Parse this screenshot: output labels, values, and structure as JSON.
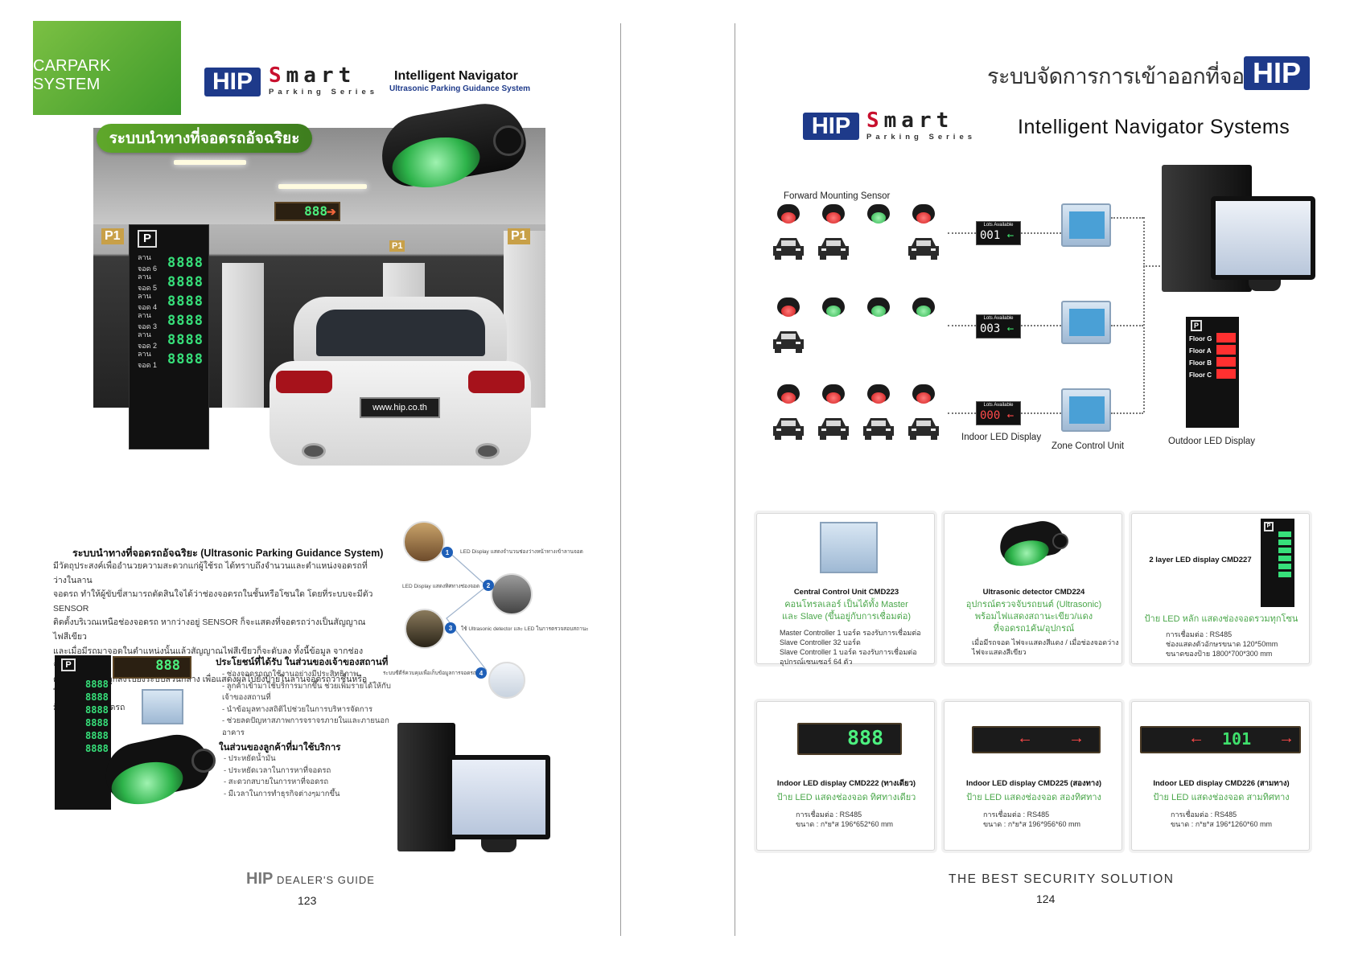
{
  "left_page": {
    "category_tab": "CARPARK SYSTEM",
    "brand": {
      "hip": "HIP",
      "smart": "Smart",
      "series": "Parking Series"
    },
    "product_title": "Intelligent Navigator",
    "product_subtitle": "Ultrasonic Parking Guidance System",
    "banner": "ระบบนำทางที่จอดรถอัจฉริยะ",
    "hero": {
      "sign_value": "888",
      "plate": "www.hip.co.th",
      "floor_marks": [
        "P1",
        "P1",
        "P1"
      ],
      "tower_rows": [
        {
          "label": "ลานจอด 6",
          "value": "8888"
        },
        {
          "label": "ลานจอด 5",
          "value": "8888"
        },
        {
          "label": "ลานจอด 4",
          "value": "8888"
        },
        {
          "label": "ลานจอด 3",
          "value": "8888"
        },
        {
          "label": "ลานจอด 2",
          "value": "8888"
        },
        {
          "label": "ลานจอด 1",
          "value": "8888"
        }
      ]
    },
    "steps": [
      {
        "num": "1",
        "caption": "LED Display แสดงจำนวนช่องว่างหน้าทางเข้าลานจอด"
      },
      {
        "num": "2",
        "caption": "LED Display แสดงทิศทางช่องจอด"
      },
      {
        "num": "3",
        "caption": "ใช้ Ultrasonic detector และ LED ในการตรวจสอบสถานะ"
      },
      {
        "num": "4",
        "caption": "ระบบซีดีร์ควบคุมเพื่อเก็บข้อมูลการจอดรถ"
      }
    ],
    "body_title": "ระบบนำทางที่จอดรถอัจฉริยะ (Ultrasonic Parking Guidance System)",
    "body_lines": [
      "มีวัตถุประสงค์เพื่ออำนวยความสะดวกแก่ผู้ใช้รถ ได้ทราบถึงจำนวนและตำแหน่งจอดรถที่ว่างในลาน",
      "จอดรถ ทำให้ผู้ขับขี่สามารถตัดสินใจได้ว่าช่องจอดรถในชั้นหรือโซนใด โดยที่ระบบจะมีตัว SENSOR",
      "ติดตั้งบริเวณเหนือช่องจอดรถ หากว่างอยู่ SENSOR ก็จะแสดงที่จอดรถว่างเป็นสัญญาณไฟสีเขียว",
      "และเมื่อมีรถมาจอดในตำแหน่งนั้นแล้วสัญญาณไฟสีเขียวก็จะดับลง ทั้งนี้ข้อมูล จากช่องจอดรถที่แสดง",
      "ต่ำแหน่งว่างจะถูกส่งไปยังระบบส่วนกลาง เพื่อแสดงผลไปยังป้ายในลานจอดรถว่าชั้นหรือโซนใดยัง",
      "มีพื้นที่ในการจอดรถ"
    ],
    "benefit_owner_title": "ประโยชน์ที่ได้รับ ในส่วนของเจ้าของสถานที่",
    "benefit_owner": [
      "- ช่องจอดรถถูกใช้งานอย่างมีประสิทธิภาพ",
      "- ลูกค้าเข้ามาใช้บริการมากขึ้น ช่วยเพิ่มรายได้ให้กับ",
      "  เจ้าของสถานที่",
      "- นำข้อมูลทางสถิติไปช่วยในการบริหารจัดการ",
      "- ช่วยลดปัญหาสภาพการจราจรภายในและภายนอก",
      "  อาคาร"
    ],
    "benefit_customer_title": "ในส่วนของลูกค้าที่มาใช้บริการ",
    "benefit_customer": [
      "- ประหยัดน้ำมัน",
      "- ประหยัดเวลาในการหาที่จอดรถ",
      "- สะดวกสบายในการหาที่จอดรถ",
      "- มีเวลาในการทำธุรกิจต่างๆมากขึ้น"
    ],
    "mini_sign": "888",
    "footer_brand": "HIP",
    "footer_text": "DEALER'S GUIDE",
    "page_number": "123"
  },
  "right_page": {
    "thai_title": "ระบบจัดการการเข้าออกที่จอดรถ",
    "brand_hip": "HIP",
    "smart": {
      "hip": "HIP",
      "smart": "Smart",
      "series": "Parking Series"
    },
    "title": "Intelligent Navigator Systems",
    "diagram": {
      "sensor_label": "Forward Mounting Sensor",
      "lots_label": "Lots Available",
      "rows": [
        {
          "count": "001",
          "arrow": "←"
        },
        {
          "count": "003",
          "arrow": "←"
        },
        {
          "count": "000",
          "arrow": "←"
        }
      ],
      "indoor_label": "Indoor LED Display",
      "zone_label": "Zone Control Unit",
      "outdoor_label": "Outdoor LED Display",
      "floors": [
        "Floor G",
        "Floor A",
        "Floor B",
        "Floor C"
      ]
    },
    "cards": [
      {
        "title": "Central Control Unit CMD223",
        "sub": [
          "คอนโทรลเลอร์ เป็นได้ทั้ง Master",
          "และ Slave (ขึ้นอยู่กับการเชื่อมต่อ)"
        ],
        "spec": [
          "Master Controller 1 บอร์ด รองรับการเชื่อมต่อ",
          "Slave Controller 32 บอร์ด",
          "Slave Controller 1 บอร์ด รองรับการเชื่อมต่อ",
          "อุปกรณ์เซนเซอร์ 64 ตัว"
        ]
      },
      {
        "title": "Ultrasonic detector CMD224",
        "sub": [
          "อุปกรณ์ตรวจจับรถยนต์ (Ultrasonic)",
          "พร้อมไฟแสดงสถานะเขียว/แดง",
          "ที่จอดรถ1คัน/อุปกรณ์"
        ],
        "spec": [
          "เมื่อมีรถจอด ไฟจะแสดงสีแดง / เมื่อช่องจอดว่าง",
          "ไฟจะแสดงสีเขียว"
        ]
      },
      {
        "title": "2 layer LED display CMD227",
        "sub": [
          "ป้าย LED หลัก แสดงช่องจอดรวมทุกโซน"
        ],
        "spec": [
          "การเชื่อมต่อ : RS485",
          "ช่องแสดงตัวอักษรขนาด 120*50mm",
          "ขนาดของป้าย 1800*700*300 mm"
        ]
      },
      {
        "title": "Indoor LED display CMD222 (ทางเดียว)",
        "sub": [
          "ป้าย LED แสดงช่องจอด ทิศทางเดียว"
        ],
        "spec": [
          "การเชื่อมต่อ : RS485",
          "ขนาด : ก*ย*ส 196*652*60 mm"
        ]
      },
      {
        "title": "Indoor LED display CMD225 (สองทาง)",
        "sub": [
          "ป้าย LED แสดงช่องจอด สองทิศทาง"
        ],
        "spec": [
          "การเชื่อมต่อ : RS485",
          "ขนาด : ก*ย*ส 196*956*60 mm"
        ]
      },
      {
        "title": "Indoor LED display CMD226 (สามทาง)",
        "sub": [
          "ป้าย LED แสดงช่องจอด สามทิศทาง"
        ],
        "spec": [
          "การเชื่อมต่อ : RS485",
          "ขนาด : ก*ย*ส 196*1260*60 mm"
        ]
      }
    ],
    "led_values": {
      "one_way": "888",
      "two_way_left": "←",
      "two_way_right": "→",
      "three_way": "101"
    },
    "footer": "THE BEST SECURITY SOLUTION",
    "page_number": "124"
  }
}
